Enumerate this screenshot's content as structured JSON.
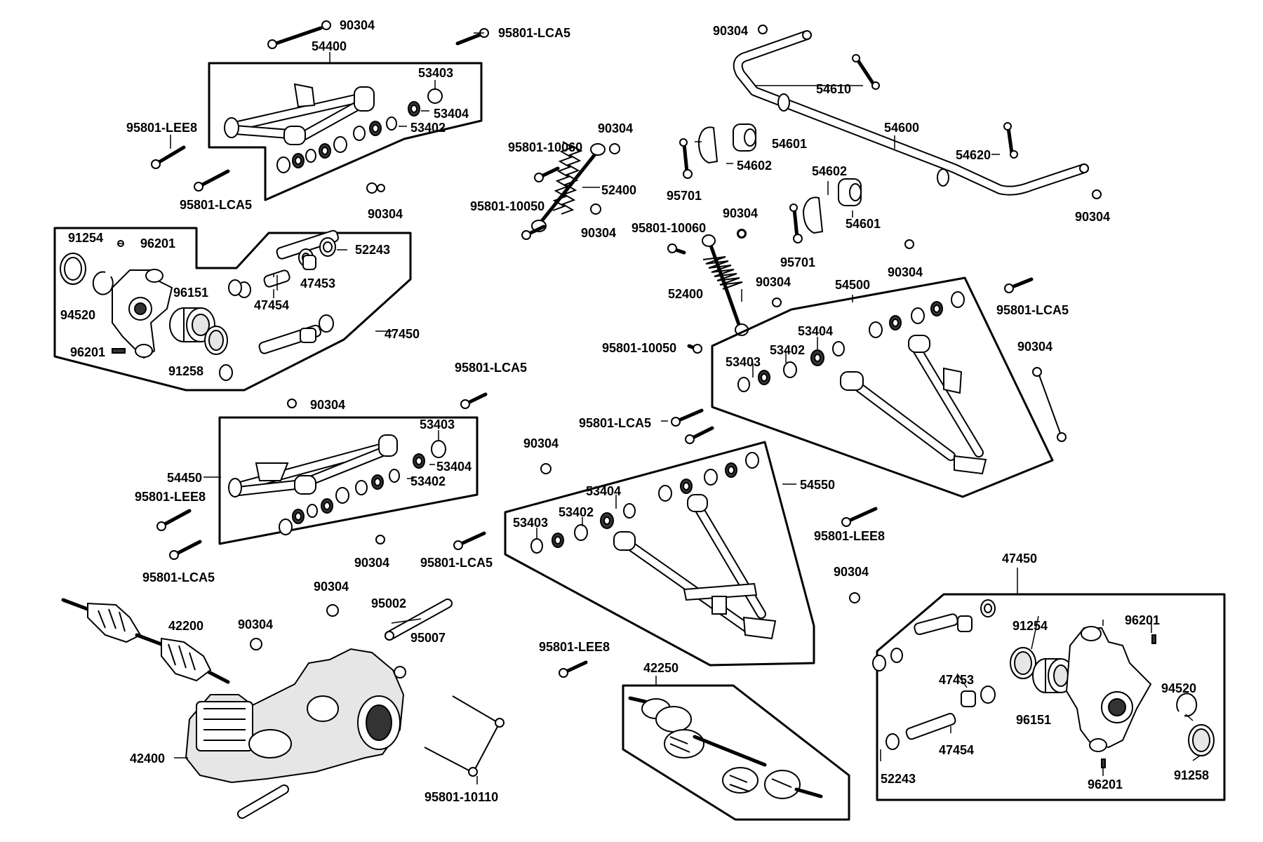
{
  "labels": {
    "p90304": "90304",
    "p95801_lca5": "95801-LCA5",
    "p54400": "54400",
    "p53403": "53403",
    "p53404": "53404",
    "p53402": "53402",
    "p95801_lee8": "95801-LEE8",
    "p95801_10060": "95801-10060",
    "p95801_10050": "95801-10050",
    "p52400": "52400",
    "p54610": "54610",
    "p54600": "54600",
    "p54601": "54601",
    "p54602": "54602",
    "p54620": "54620",
    "p95701": "95701",
    "p91254": "91254",
    "p96201": "96201",
    "p52243": "52243",
    "p47453": "47453",
    "p47454": "47454",
    "p94520": "94520",
    "p96151": "96151",
    "p47450": "47450",
    "p91258": "91258",
    "p54500": "54500",
    "p54450": "54450",
    "p54550": "54550",
    "p42200": "42200",
    "p95002": "95002",
    "p95007": "95007",
    "p42250": "42250",
    "p42400": "42400",
    "p95801_10110": "95801-10110"
  }
}
